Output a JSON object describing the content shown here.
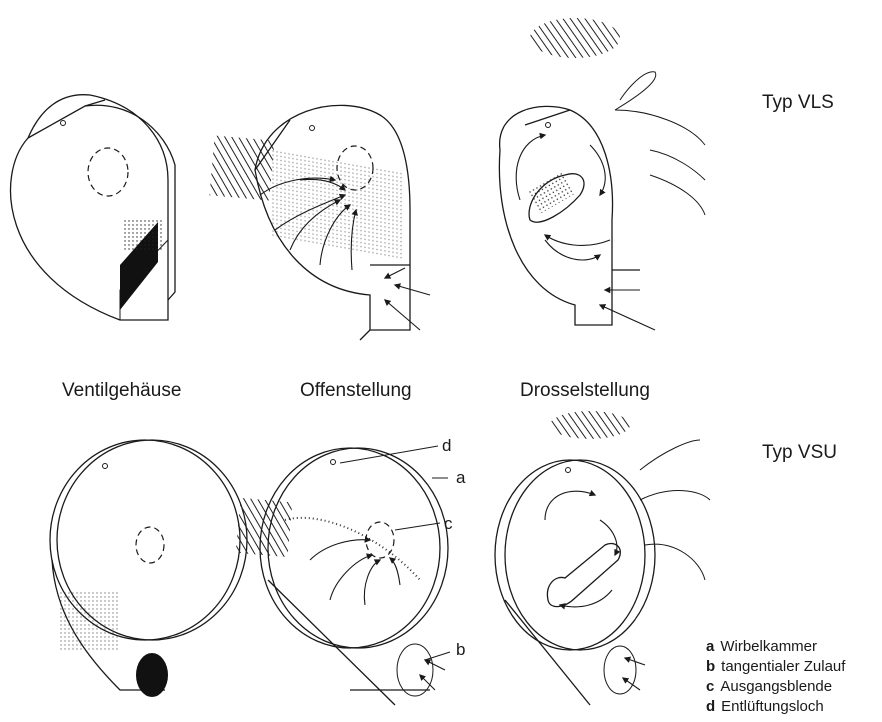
{
  "rows": [
    {
      "type_label": "Typ VLS"
    },
    {
      "type_label": "Typ VSU"
    }
  ],
  "column_labels": [
    "Ventilgehäuse",
    "Offenstellung",
    "Drosselstellung"
  ],
  "callouts": [
    "d",
    "a",
    "c",
    "b"
  ],
  "legend": [
    {
      "key": "a",
      "text": "Wirbelkammer"
    },
    {
      "key": "b",
      "text": "tangentialer Zulauf"
    },
    {
      "key": "c",
      "text": "Ausgangsblende"
    },
    {
      "key": "d",
      "text": "Entlüftungsloch"
    }
  ]
}
